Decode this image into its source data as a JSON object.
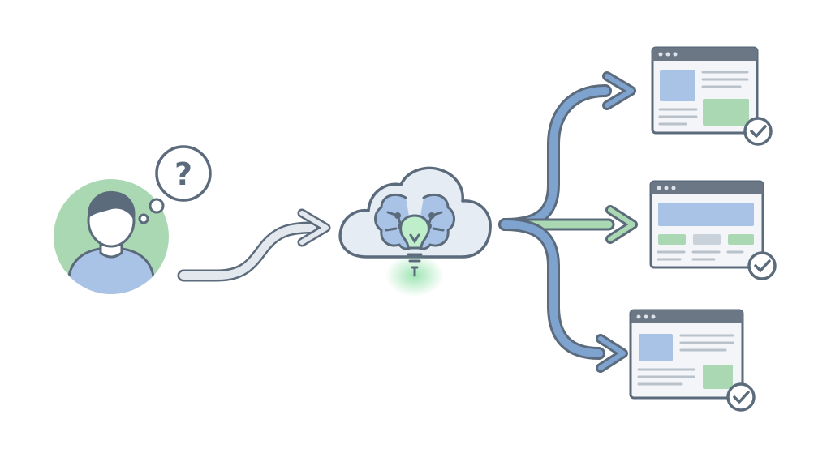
{
  "thought_bubble": {
    "symbol": "?"
  },
  "palette": {
    "outline": "#5b6b7c",
    "blue_fill": "#a9c3e6",
    "blue_light": "#dde8f5",
    "green_fill": "#a9d8b3",
    "green_glow": "#7fdc9a",
    "arrow_blue": "#7fa3cf",
    "arrow_gray": "#c9d1db",
    "window_bar": "#6b7785",
    "window_body": "#f3f5f8",
    "text_line": "#b9c1cb",
    "cloud_fill": "#e6ecf3"
  },
  "icons": {
    "user": "user-avatar-icon",
    "question": "question-bubble-icon",
    "ai": "cloud-brain-lightbulb-icon",
    "check": "checkmark-badge-icon"
  },
  "outputs": [
    {
      "layout": "image-and-text-card",
      "status": "checked"
    },
    {
      "layout": "banner-and-three-blocks",
      "status": "checked"
    },
    {
      "layout": "image-and-text-card",
      "status": "checked"
    }
  ]
}
